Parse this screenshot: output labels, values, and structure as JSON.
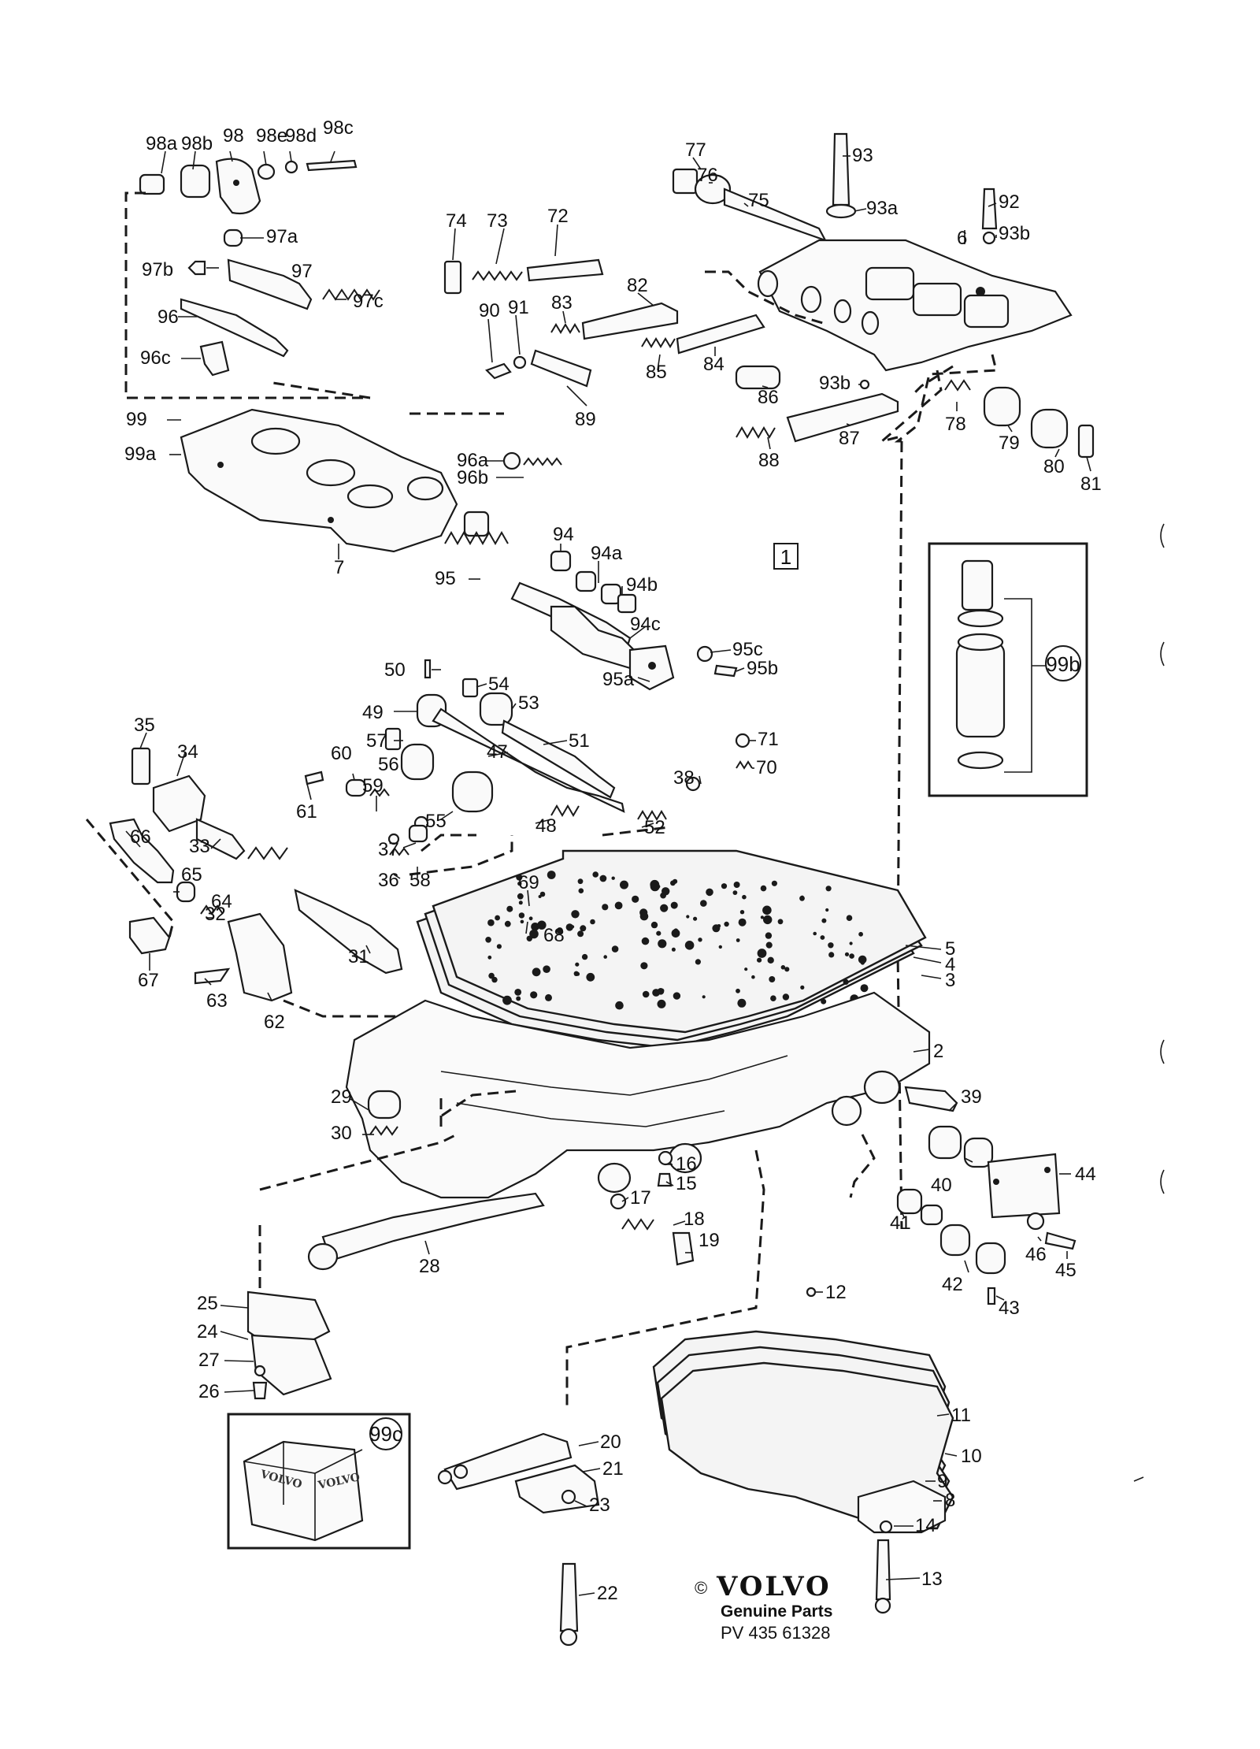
{
  "figure_number": "1",
  "inset_labels": {
    "ring_inset": "99b",
    "box_inset": "99c"
  },
  "box_print": "VOLVO",
  "footer": {
    "copyright": "©",
    "brand": "VOLVO",
    "subtitle": "Genuine Parts",
    "code": "PV 435  61328"
  },
  "callouts": {
    "p98a": "98a",
    "p98b": "98b",
    "p98": "98",
    "p98e": "98e",
    "p98d": "98d",
    "p98c": "98c",
    "p97a": "97a",
    "p97b": "97b",
    "p97": "97",
    "p97c": "97c",
    "p96": "96",
    "p96c": "96c",
    "p99": "99",
    "p99a": "99a",
    "p7": "7",
    "p96a": "96a",
    "p96b": "96b",
    "p94": "94",
    "p94a": "94a",
    "p94b": "94b",
    "p95": "95",
    "p94c": "94c",
    "p95a": "95a",
    "p95c": "95c",
    "p95b": "95b",
    "p74": "74",
    "p73": "73",
    "p72": "72",
    "p77": "77",
    "p76": "76",
    "p75": "75",
    "p93": "93",
    "p93a": "93a",
    "p92": "92",
    "p93b": "93b",
    "p6": "6",
    "p90": "90",
    "p91": "91",
    "p83": "83",
    "p82": "82",
    "p85": "85",
    "p84": "84",
    "p86": "86",
    "p93b2": "93b",
    "p89": "89",
    "p88": "88",
    "p87": "87",
    "p78": "78",
    "p79": "79",
    "p80": "80",
    "p81": "81",
    "p50": "50",
    "p54": "54",
    "p49": "49",
    "p53": "53",
    "p57": "57",
    "p56": "56",
    "p47": "47",
    "p51": "51",
    "p71": "71",
    "p70": "70",
    "p38": "38",
    "p35": "35",
    "p34": "34",
    "p60": "60",
    "p59": "59",
    "p61": "61",
    "p55": "55",
    "p48": "48",
    "p52": "52",
    "p33": "33",
    "p66": "66",
    "p65": "65",
    "p37": "37",
    "p36": "36",
    "p58": "58",
    "p69": "69",
    "p64": "64",
    "p32": "32",
    "p68": "68",
    "p31": "31",
    "p67": "67",
    "p63": "63",
    "p62": "62",
    "p5": "5",
    "p4": "4",
    "p3": "3",
    "p2": "2",
    "p29": "29",
    "p30": "30",
    "p39": "39",
    "p40": "40",
    "p44": "44",
    "p16": "16",
    "p15": "15",
    "p17": "17",
    "p18": "18",
    "p19": "19",
    "p41": "41",
    "p42": "42",
    "p43": "43",
    "p46": "46",
    "p45": "45",
    "p28": "28",
    "p25": "25",
    "p24": "24",
    "p27": "27",
    "p26": "26",
    "p12": "12",
    "p11": "11",
    "p10": "10",
    "p9": "9",
    "p8": "8",
    "p14": "14",
    "p13": "13",
    "p20": "20",
    "p21": "21",
    "p23": "23",
    "p22": "22"
  }
}
